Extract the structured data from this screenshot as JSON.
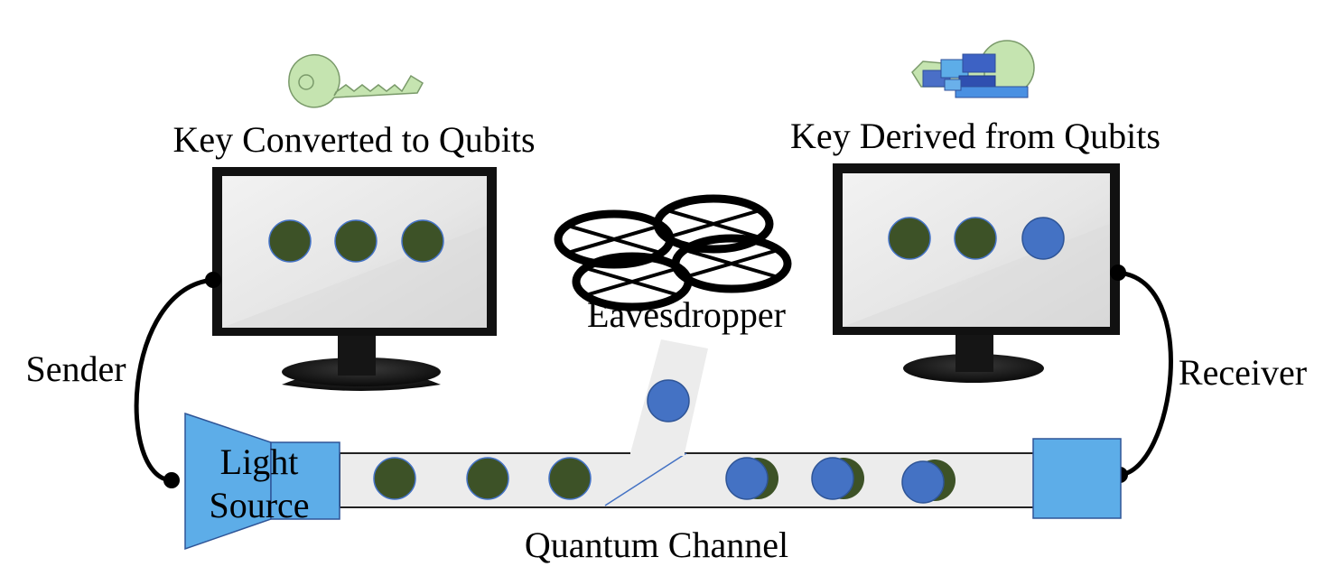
{
  "labels": {
    "sender_monitor_caption": "Key Converted to Qubits",
    "receiver_monitor_caption": "Key Derived from Qubits",
    "eavesdropper": "Eavesdropper",
    "sender": "Sender",
    "receiver": "Receiver",
    "light_source_line1": "Light",
    "light_source_line2": "Source",
    "channel": "Quantum Channel"
  },
  "icons": {
    "sender_key": "key-icon",
    "receiver_key": "key-with-qubit-blocks-icon",
    "eavesdropper": "drone-icon",
    "monitors": "monitor-icon"
  },
  "colors": {
    "qubit_green": "#3d5227",
    "qubit_blue": "#4472c4",
    "light_source": "#5dade8",
    "channel_fill": "#ececec",
    "key_green": "#c5e4b0",
    "screen": "#e8e8e8"
  },
  "qubits": {
    "sender_screen": [
      "green",
      "green",
      "green"
    ],
    "receiver_screen": [
      "green",
      "green",
      "blue"
    ],
    "channel_before_tap": [
      "green",
      "green",
      "green"
    ],
    "channel_after_tap": [
      "blue-over-green",
      "blue-over-green",
      "blue-over-green"
    ],
    "intercepted": [
      "blue"
    ]
  }
}
